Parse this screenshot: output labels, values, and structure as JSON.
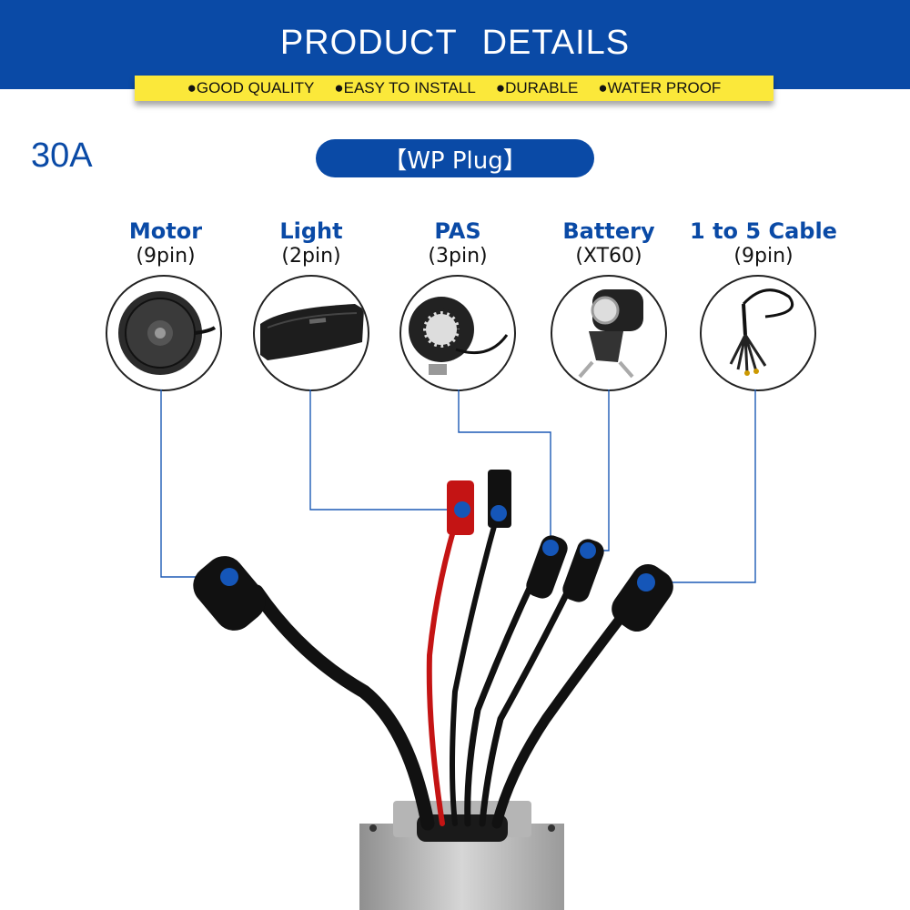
{
  "header": {
    "title": "PRODUCT   DETAILS",
    "features": [
      "●GOOD QUALITY",
      "●EASY TO INSTALL",
      "●DURABLE",
      "●WATER PROOF"
    ]
  },
  "rating": "30A",
  "plug_type": "【WP Plug】",
  "ports": [
    {
      "name": "Motor",
      "spec": "(9pin)",
      "icon": "hub-motor-icon"
    },
    {
      "name": "Light",
      "spec": "(2pin)",
      "icon": "battery-pack-icon"
    },
    {
      "name": "PAS",
      "spec": "(3pin)",
      "icon": "pas-sensor-icon"
    },
    {
      "name": "Battery",
      "spec": "(XT60)",
      "icon": "headlight-icon"
    },
    {
      "name": "1 to 5 Cable",
      "spec": "(9pin)",
      "icon": "splitter-cable-icon"
    }
  ],
  "colors": {
    "brand_blue": "#0a4aa6",
    "banner_yellow": "#fbe83a",
    "marker_blue": "#1556b8"
  }
}
